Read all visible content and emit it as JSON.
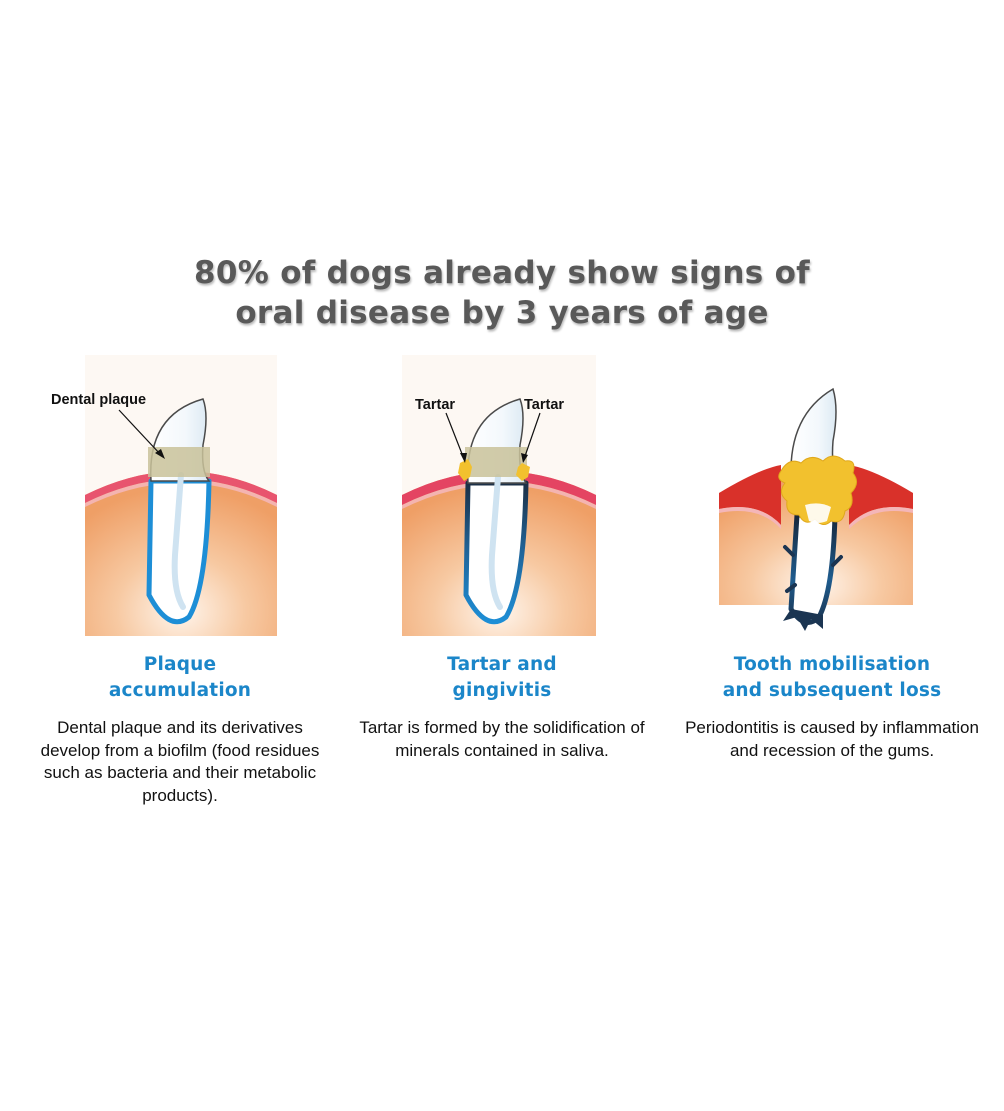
{
  "headline": {
    "line1": "80% of dogs already show signs of",
    "line2": "oral disease by 3 years of age"
  },
  "colors": {
    "headline": "#595959",
    "stage_title": "#1b86c9",
    "gum_pink": "#e8546e",
    "gum_red": "#d9312a",
    "bone_orange": "#f0a46d",
    "tartar_yellow": "#f2c12e",
    "plaque_band": "#c9c29a",
    "root_blue": "#1d8ed6"
  },
  "stages": [
    {
      "title_line1": "Plaque",
      "title_line2": "accumulation",
      "description": "Dental plaque and its derivatives develop from a biofilm (food residues such as bacteria and their metabolic products).",
      "callouts": [
        "Dental plaque"
      ]
    },
    {
      "title_line1": "Tartar and",
      "title_line2": "gingivitis",
      "description": "Tartar is formed by the solidification of minerals contained in saliva.",
      "callouts": [
        "Tartar",
        "Tartar"
      ]
    },
    {
      "title_line1": "Tooth mobilisation",
      "title_line2": "and subsequent loss",
      "description": "Periodontitis is caused by inflammation and recession of the gums.",
      "callouts": []
    }
  ]
}
